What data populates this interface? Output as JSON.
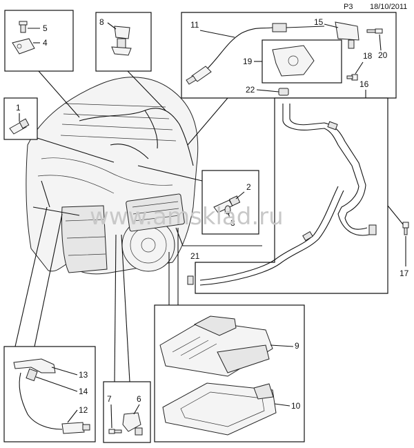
{
  "header": {
    "page": "P3",
    "date": "18/10/2011"
  },
  "watermark": "www.amsklad.ru",
  "callouts": {
    "c1": "1",
    "c2": "2",
    "c3": "3",
    "c4": "4",
    "c5": "5",
    "c6": "6",
    "c7": "7",
    "c8": "8",
    "c9": "9",
    "c10": "10",
    "c11": "11",
    "c12": "12",
    "c13": "13",
    "c14": "14",
    "c15": "15",
    "c16": "16",
    "c17": "17",
    "c18": "18",
    "c19": "19",
    "c20": "20",
    "c21": "21",
    "c22": "22"
  }
}
